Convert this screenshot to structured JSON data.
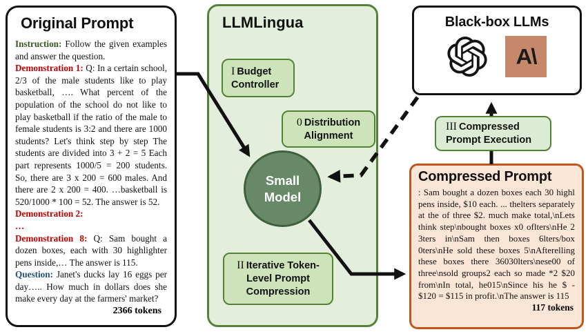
{
  "colors": {
    "llmlingua_bg": "#e3efdc",
    "green_border": "#538235",
    "module_fill": "#cde3ba",
    "execution_fill": "#dcecd4",
    "small_model_fill": "#678967",
    "compressed_bg": "#fbe5d6",
    "compressed_border": "#c0561c",
    "instruction_green": "#375623",
    "demonstration_red": "#c00000",
    "question_blue": "#1f4e79",
    "anthropic_clay": "#c5886a"
  },
  "original_prompt": {
    "title": "Original Prompt",
    "segments": [
      {
        "label": "Instruction:",
        "text": "Follow the given examples and answer the question."
      },
      {
        "label": "Demonstration 1:",
        "text": "Q: In a certain school, 2/3 of the male students like to play basketball, …. What percent of the population of the school do not like to play basketball if the ratio of the male to female students is 3:2 and there are 1000 students? Let's think step by step The students are divided into 3 + 2 = 5 Each part represents 1000/5 = 200 students. So, there are 3 x 200 = 600 males. And there are 2 x 200 = 400. …basketball is 520/1000 * 100 = 52. The answer is 52."
      },
      {
        "label": "Demonstration 2:",
        "text": ""
      },
      {
        "label": "…",
        "text": ""
      },
      {
        "label": "Demonstration 8:",
        "text": "Q: Sam bought a dozen boxes, each with 30 highlighter pens inside,… The answer is 115."
      },
      {
        "label": "Question:",
        "text": "Janet's ducks lay 16 eggs per day….. How much in dollars does she make every day at the farmers' market?"
      }
    ],
    "token_count": "2366 tokens"
  },
  "llmlingua": {
    "title": "LLMLingua",
    "modules": [
      {
        "numeral": "I",
        "label": "Budget Controller"
      },
      {
        "numeral": "0",
        "label": "Distribution Alignment"
      },
      {
        "numeral": "II",
        "label": "Iterative Token-Level Prompt Compression"
      }
    ],
    "small_model": {
      "line1": "Small",
      "line2": "Model"
    }
  },
  "blackbox": {
    "title": "Black-box LLMs",
    "logos": [
      {
        "name": "openai-logo"
      },
      {
        "name": "anthropic-logo",
        "glyph": "A\\"
      }
    ]
  },
  "execution": {
    "numeral": "III",
    "label": "Compressed Prompt Execution"
  },
  "compressed_prompt": {
    "title": "Compressed Prompt",
    "body": ": Sam bought a dozen boxes each 30 highl pens inside, $10 each. ... thelters separately at the of three $2. much make total,\\nLets think step\\nbought boxes x0 oflters\\nHe 2 3ters in\\nSam then boxes 6lters/box 0ters\\nHe sold these boxes 5\\nAfterelling these boxes there 36030lters\\nese00 of three\\nsold groups2 each so made *2 $20 from\\nIn total, he015\\nSince his he $ - $120 = $115 in profit.\\nThe answer is 115",
    "token_count": "117 tokens"
  }
}
